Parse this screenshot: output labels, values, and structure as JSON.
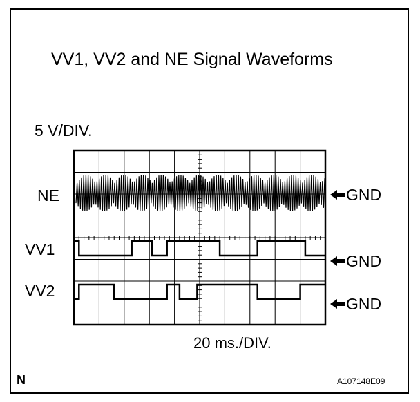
{
  "title": "VV1, VV2 and NE Signal Waveforms",
  "volts_per_div": "5 V/DIV.",
  "time_per_div": "20 ms./DIV.",
  "channels": [
    {
      "label": "NE",
      "ground": "GND"
    },
    {
      "label": "VV1",
      "ground": "GND"
    },
    {
      "label": "VV2",
      "ground": "GND"
    }
  ],
  "corner_left": "N",
  "corner_right": "A107148E09",
  "grid": {
    "columns": 10,
    "rows": 8
  },
  "waveforms": {
    "vv1": [
      [
        0,
        1
      ],
      [
        0.2,
        1
      ],
      [
        0.2,
        0
      ],
      [
        2.3,
        0
      ],
      [
        2.3,
        1
      ],
      [
        3.1,
        1
      ],
      [
        3.1,
        0
      ],
      [
        3.7,
        0
      ],
      [
        3.7,
        1
      ],
      [
        5.8,
        1
      ],
      [
        5.8,
        0
      ],
      [
        7.3,
        0
      ],
      [
        7.3,
        1
      ],
      [
        9.2,
        1
      ],
      [
        9.2,
        0
      ],
      [
        10,
        0
      ]
    ],
    "vv2": [
      [
        0,
        0
      ],
      [
        0.2,
        0
      ],
      [
        0.2,
        1
      ],
      [
        1.6,
        1
      ],
      [
        1.6,
        0
      ],
      [
        3.7,
        0
      ],
      [
        3.7,
        1
      ],
      [
        4.2,
        1
      ],
      [
        4.2,
        0
      ],
      [
        4.9,
        0
      ],
      [
        4.9,
        1
      ],
      [
        7.3,
        1
      ],
      [
        7.3,
        0
      ],
      [
        9.0,
        0
      ],
      [
        9.0,
        1
      ],
      [
        10,
        1
      ]
    ]
  },
  "colors": {
    "line": "#000000",
    "background": "#ffffff"
  }
}
